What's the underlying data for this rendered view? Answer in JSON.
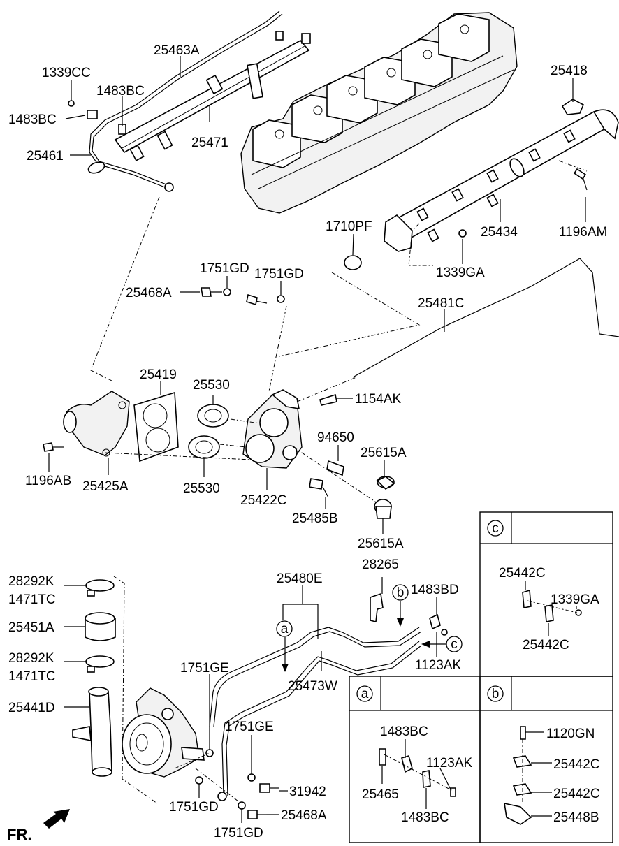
{
  "labels": [
    {
      "key": "l25463A",
      "text": "25463A"
    },
    {
      "key": "l1339CC",
      "text": "1339CC"
    },
    {
      "key": "l1483BC_top",
      "text": "1483BC"
    },
    {
      "key": "l1483BC_left",
      "text": "1483BC"
    },
    {
      "key": "l25461",
      "text": "25461"
    },
    {
      "key": "l25471",
      "text": "25471"
    },
    {
      "key": "l25418",
      "text": "25418"
    },
    {
      "key": "l1710PF",
      "text": "1710PF"
    },
    {
      "key": "l25434",
      "text": "25434"
    },
    {
      "key": "l1196AM",
      "text": "1196AM"
    },
    {
      "key": "l1339GA",
      "text": "1339GA"
    },
    {
      "key": "l1751GD_a",
      "text": "1751GD"
    },
    {
      "key": "l1751GD_b",
      "text": "1751GD"
    },
    {
      "key": "l25468A_top",
      "text": "25468A"
    },
    {
      "key": "l25481C",
      "text": "25481C"
    },
    {
      "key": "l25419",
      "text": "25419"
    },
    {
      "key": "l25530_top",
      "text": "25530"
    },
    {
      "key": "l1154AK",
      "text": "1154AK"
    },
    {
      "key": "l94650",
      "text": "94650"
    },
    {
      "key": "l25615A_top",
      "text": "25615A"
    },
    {
      "key": "l1196AB",
      "text": "1196AB"
    },
    {
      "key": "l25425A",
      "text": "25425A"
    },
    {
      "key": "l25530_bot",
      "text": "25530"
    },
    {
      "key": "l25422C",
      "text": "25422C"
    },
    {
      "key": "l25485B",
      "text": "25485B"
    },
    {
      "key": "l25615A_bot",
      "text": "25615A"
    },
    {
      "key": "l28292K_a",
      "text": "28292K"
    },
    {
      "key": "l1471TC_a",
      "text": "1471TC"
    },
    {
      "key": "l25451A",
      "text": "25451A"
    },
    {
      "key": "l28292K_b",
      "text": "28292K"
    },
    {
      "key": "l1471TC_b",
      "text": "1471TC"
    },
    {
      "key": "l25441D",
      "text": "25441D"
    },
    {
      "key": "l25480E",
      "text": "25480E"
    },
    {
      "key": "l28265",
      "text": "28265"
    },
    {
      "key": "l1483BD",
      "text": "1483BD"
    },
    {
      "key": "l1123AK_mid",
      "text": "1123AK"
    },
    {
      "key": "l1751GE_a",
      "text": "1751GE"
    },
    {
      "key": "l25473W",
      "text": "25473W"
    },
    {
      "key": "l1751GE_b",
      "text": "1751GE"
    },
    {
      "key": "l31942",
      "text": "31942"
    },
    {
      "key": "l1751GD_c",
      "text": "1751GD"
    },
    {
      "key": "l25468A_bot",
      "text": "25468A"
    },
    {
      "key": "l1751GD_d",
      "text": "1751GD"
    },
    {
      "key": "lFR",
      "text": "FR."
    },
    {
      "key": "c_25442C_a",
      "text": "25442C"
    },
    {
      "key": "c_1339GA",
      "text": "1339GA"
    },
    {
      "key": "c_25442C_b",
      "text": "25442C"
    },
    {
      "key": "a_1483BC_a",
      "text": "1483BC"
    },
    {
      "key": "a_1123AK",
      "text": "1123AK"
    },
    {
      "key": "a_25465",
      "text": "25465"
    },
    {
      "key": "a_1483BC_b",
      "text": "1483BC"
    },
    {
      "key": "b_1120GN",
      "text": "1120GN"
    },
    {
      "key": "b_25442C_a",
      "text": "25442C"
    },
    {
      "key": "b_25442C_b",
      "text": "25442C"
    },
    {
      "key": "b_25448B",
      "text": "25448B"
    }
  ],
  "markers": [
    {
      "key": "m_a",
      "text": "a"
    },
    {
      "key": "m_b",
      "text": "b"
    },
    {
      "key": "m_c",
      "text": "c"
    }
  ],
  "detail_boxes": [
    {
      "key": "box_c",
      "text": "c"
    },
    {
      "key": "box_a",
      "text": "a"
    },
    {
      "key": "box_b",
      "text": "b"
    }
  ]
}
